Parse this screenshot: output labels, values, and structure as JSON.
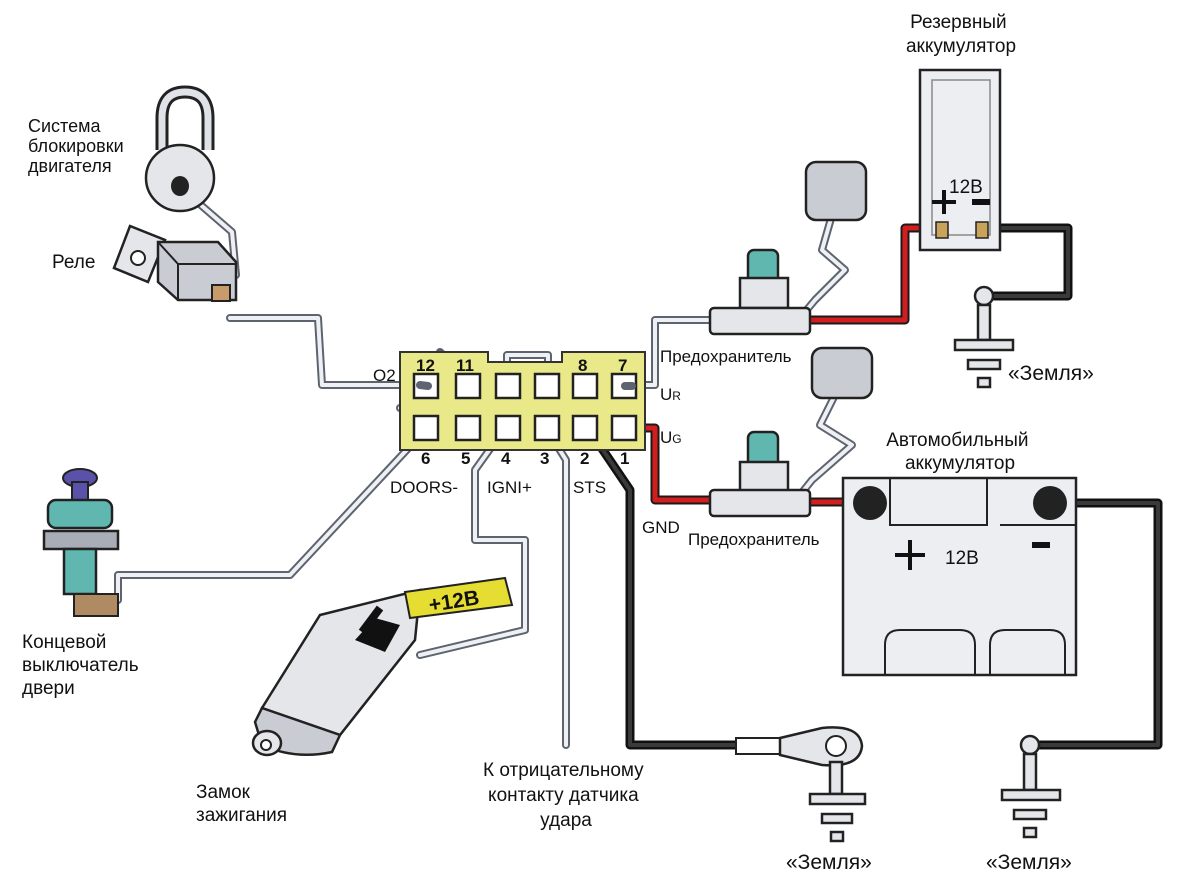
{
  "labels": {
    "reserve_battery": [
      "Резервный",
      "аккумулятор"
    ],
    "engine_lock": [
      "Система",
      "блокировки",
      "двигателя"
    ],
    "relay": "Реле",
    "fuse_top": "Предохранитель",
    "fuse_bottom": "Предохранитель",
    "car_battery": [
      "Автомобильный",
      "аккумулятор"
    ],
    "door_switch": [
      "Концевой",
      "выключатель",
      "двери"
    ],
    "ignition": [
      "Замок",
      "зажигания"
    ],
    "shock_sensor": [
      "К отрицательному",
      "контакту датчика",
      "удара"
    ],
    "ground_top": "«Земля»",
    "ground_mid": "«Земля»",
    "ground_right": "«Земля»",
    "reserve_voltage": "12В",
    "car_voltage": "12В",
    "ignition_tag": "+12В"
  },
  "connector": {
    "top_pins": [
      "12",
      "11",
      "8",
      "7"
    ],
    "bottom_pins": [
      "6",
      "5",
      "4",
      "3",
      "2",
      "1"
    ],
    "signals": {
      "o2": "O2",
      "doors": "DOORS-",
      "igni": "IGNI+",
      "sts": "STS",
      "gnd": "GND",
      "ur_main": "U",
      "ur_sub": "R",
      "ug_main": "U",
      "ug_sub": "G"
    }
  },
  "colors": {
    "connector_body": "#e9e98a",
    "positive_wire": "#d21e1e",
    "ground_wire": "#111111",
    "signal_wire": "#5d6470",
    "tag_yellow": "#e6dd32"
  }
}
